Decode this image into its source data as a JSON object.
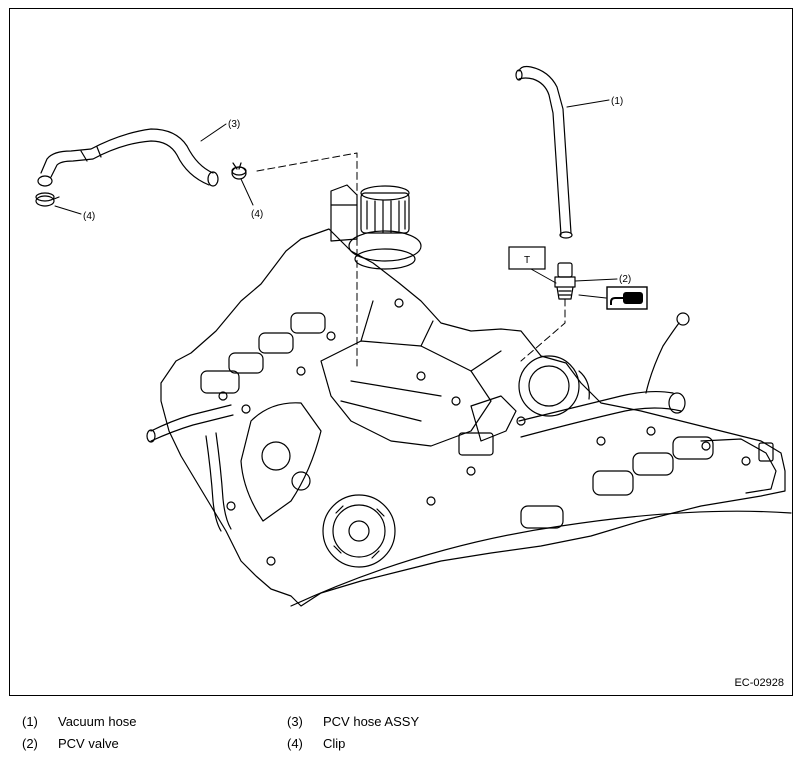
{
  "figure_id": "EC-02928",
  "callouts": {
    "c1": "(1)",
    "c2": "(2)",
    "c3": "(3)",
    "c4a": "(4)",
    "c4b": "(4)",
    "torque_box": "T"
  },
  "legend": [
    {
      "num": "(1)",
      "label": "Vacuum hose"
    },
    {
      "num": "(2)",
      "label": "PCV valve"
    },
    {
      "num": "(3)",
      "label": "PCV hose ASSY"
    },
    {
      "num": "(4)",
      "label": "Clip"
    }
  ],
  "icons": {
    "sealant": "liquid-gasket-tube-icon"
  }
}
